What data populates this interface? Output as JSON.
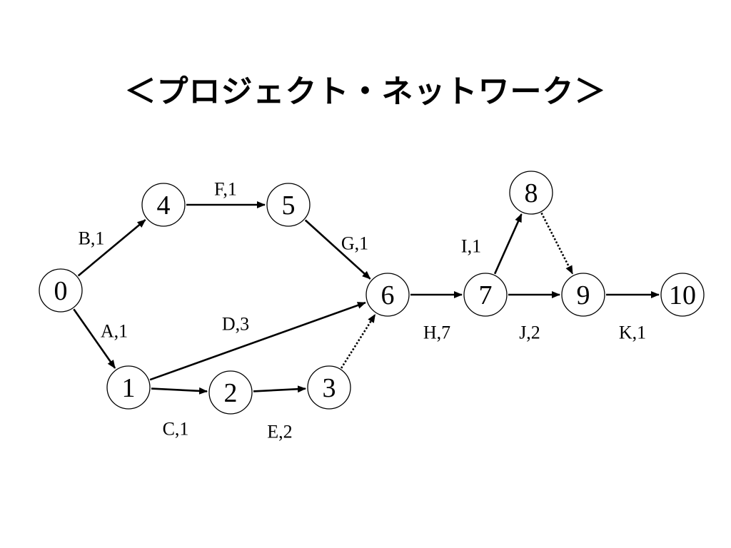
{
  "slide": {
    "title": "＜プロジェクト・ネットワーク＞"
  },
  "network": {
    "nodes": [
      {
        "id": "0",
        "label": "0"
      },
      {
        "id": "1",
        "label": "1"
      },
      {
        "id": "2",
        "label": "2"
      },
      {
        "id": "3",
        "label": "3"
      },
      {
        "id": "4",
        "label": "4"
      },
      {
        "id": "5",
        "label": "5"
      },
      {
        "id": "6",
        "label": "6"
      },
      {
        "id": "7",
        "label": "7"
      },
      {
        "id": "8",
        "label": "8"
      },
      {
        "id": "9",
        "label": "9"
      },
      {
        "id": "10",
        "label": "10"
      }
    ],
    "activities": [
      {
        "from": "0",
        "to": "4",
        "label": "B,1",
        "dummy": false
      },
      {
        "from": "0",
        "to": "1",
        "label": "A,1",
        "dummy": false
      },
      {
        "from": "4",
        "to": "5",
        "label": "F,1",
        "dummy": false
      },
      {
        "from": "5",
        "to": "6",
        "label": "G,1",
        "dummy": false
      },
      {
        "from": "1",
        "to": "6",
        "label": "D,3",
        "dummy": false
      },
      {
        "from": "1",
        "to": "2",
        "label": "C,1",
        "dummy": false
      },
      {
        "from": "2",
        "to": "3",
        "label": "E,2",
        "dummy": false
      },
      {
        "from": "3",
        "to": "6",
        "label": "",
        "dummy": true
      },
      {
        "from": "6",
        "to": "7",
        "label": "H,7",
        "dummy": false
      },
      {
        "from": "7",
        "to": "8",
        "label": "I,1",
        "dummy": false
      },
      {
        "from": "7",
        "to": "9",
        "label": "J,2",
        "dummy": false
      },
      {
        "from": "8",
        "to": "9",
        "label": "",
        "dummy": true
      },
      {
        "from": "9",
        "to": "10",
        "label": "K,1",
        "dummy": false
      }
    ]
  }
}
